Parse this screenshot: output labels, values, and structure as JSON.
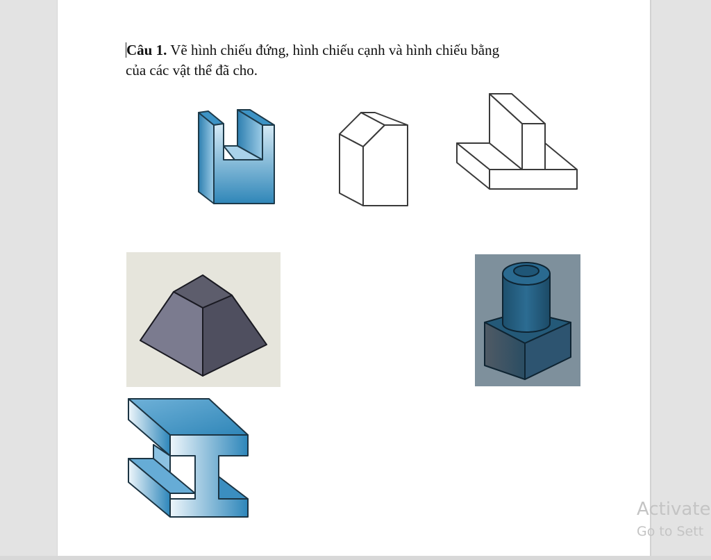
{
  "document": {
    "question_label": "Câu 1.",
    "question_text_line1": " Vẽ hình chiếu đứng, hình chiếu cạnh và hình chiếu bằng",
    "question_text_line2": "của các vật thể đã cho."
  },
  "figures": [
    {
      "name": "u-slot-block",
      "color": "#3a8fbf"
    },
    {
      "name": "chamfered-prism-outline",
      "color": "#333333"
    },
    {
      "name": "t-shaped-block-outline",
      "color": "#333333"
    },
    {
      "name": "truncated-pyramid",
      "color": "#6c6c7e"
    },
    {
      "name": "cylinder-on-cube",
      "color": "#255f80"
    },
    {
      "name": "i-beam-block",
      "color": "#3e91c2"
    }
  ],
  "watermark": {
    "line1": "Activate",
    "line2": "Go to Sett"
  }
}
